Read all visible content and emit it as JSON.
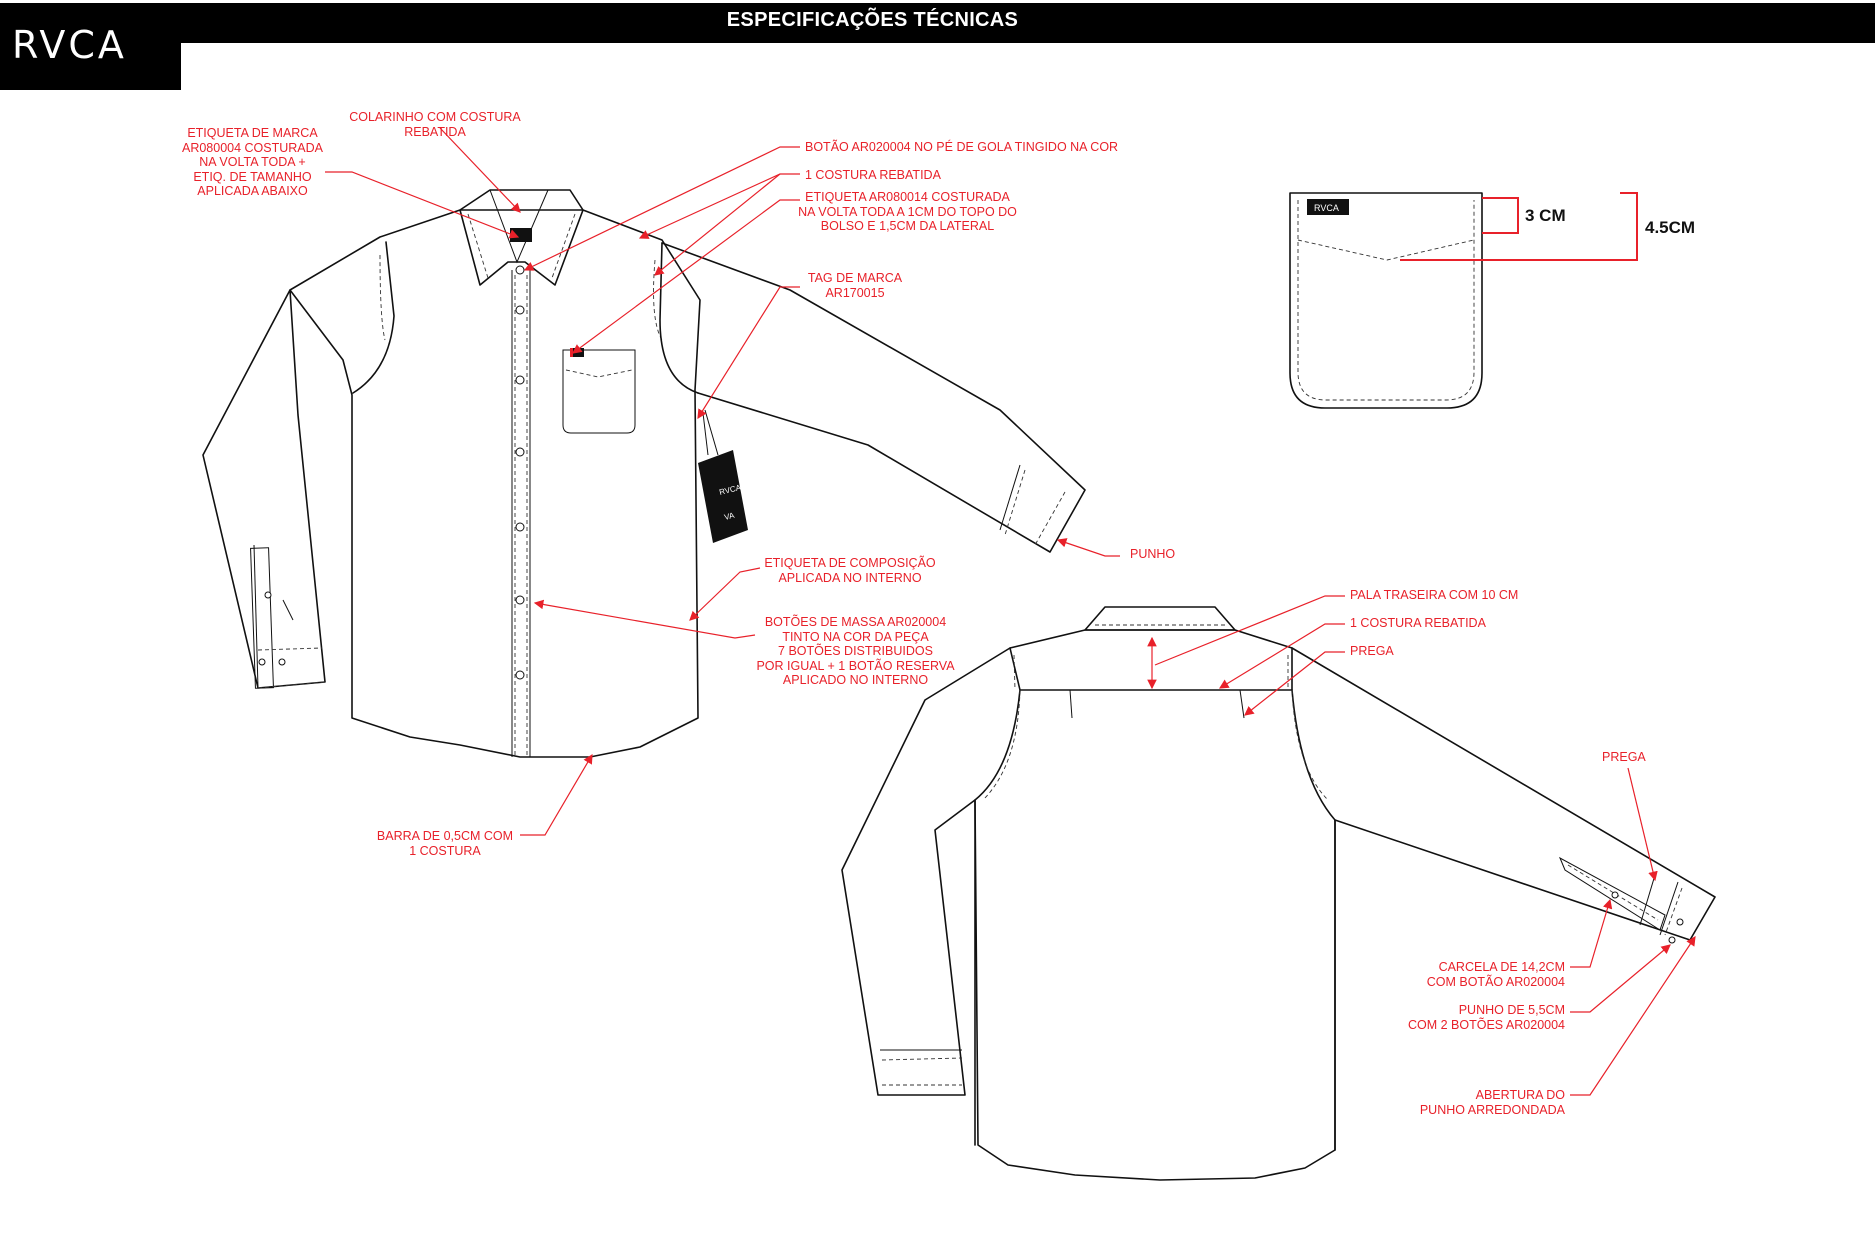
{
  "header": {
    "title": "ESPECIFICAÇÕES TÉCNICAS",
    "logo_text": "RVCA"
  },
  "colors": {
    "annotation": "#e8212a",
    "outline": "#111111",
    "header_bg": "#000000"
  },
  "front_callouts": {
    "brand_label": "ETIQUETA DE MARCA\nAR080004 COSTURADA\nNA VOLTA TODA +\nETIQ. DE TAMANHO\nAPLICADA ABAIXO",
    "collar": "COLARINHO COM COSTURA\nREBATIDA",
    "collar_button": "BOTÃO AR020004 NO PÉ DE GOLA TINGIDO NA COR",
    "topstitch": "1 COSTURA REBATIDA",
    "pocket_label": "ETIQUETA AR080014 COSTURADA\nNA VOLTA TODA A 1CM DO TOPO DO\nBOLSO E 1,5CM DA LATERAL",
    "brand_tag": "TAG DE MARCA\nAR170015",
    "cuff": "PUNHO",
    "composition_label": "ETIQUETA DE COMPOSIÇÃO\nAPLICADA NO INTERNO",
    "body_buttons": "BOTÕES DE MASSA AR020004\nTINTO NA COR DA PEÇA\n7 BOTÕES DISTRIBUIDOS\nPOR IGUAL + 1 BOTÃO RESERVA\nAPLICADO NO INTERNO",
    "hem": "BARRA DE 0,5CM COM\n1 COSTURA"
  },
  "back_callouts": {
    "back_yoke": "PALA TRASEIRA COM 10 CM",
    "topstitch": "1 COSTURA REBATIDA",
    "pleat": "PREGA",
    "sleeve_pleat": "PREGA",
    "placket": "CARCELA DE 14,2CM\nCOM BOTÃO AR020004",
    "cuff": "PUNHO DE 5,5CM\nCOM 2 BOTÕES AR020004",
    "cuff_opening": "ABERTURA DO\nPUNHO ARREDONDADA"
  },
  "pocket_detail": {
    "label_text": "RVCA",
    "measure_small": "3 CM",
    "measure_large": "4.5CM"
  },
  "hang_tag": {
    "logo": "RVCA",
    "mark": "VA"
  },
  "icons": [
    "rvca-logo",
    "hang-tag",
    "button-icon"
  ]
}
